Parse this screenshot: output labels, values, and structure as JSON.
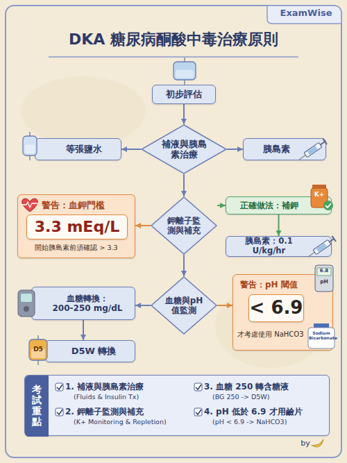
{
  "diagram": {
    "title": "DKA 糖尿病酮酸中毒治療原則",
    "nodes": [
      {
        "text": [
          "初步評估"
        ]
      },
      {
        "text": [
          "等張鹽水"
        ]
      },
      {
        "text": [
          "補液與胰島素治療"
        ]
      },
      {
        "text": [
          "胰島素"
        ]
      },
      {
        "text": [
          "警告：血鉀門檻",
          "開始胰島素前須確認 > 3.3"
        ]
      },
      {
        "text": [
          "3.3 mEq/L"
        ],
        "in": 4
      },
      {
        "text": [
          "鉀離子監測與補充"
        ]
      },
      {
        "text": [
          "正確做法：補鉀"
        ]
      },
      {
        "text": [
          "胰島素：0.1 U/kg/hr"
        ]
      },
      {
        "text": [
          "血糖轉換：",
          "200-250 mg/dL"
        ]
      },
      {
        "text": [
          "血糖與pH值監測"
        ]
      },
      {
        "text": [
          "警告：pH 閾值",
          "才考慮使用 NaHCO3"
        ]
      },
      {
        "text": [
          "< 6.9"
        ],
        "in": 11
      },
      {
        "text": [
          "D5W 轉換"
        ]
      },
      {
        "text": [
          "考試重點",
          "1. 補液與胰島素治療",
          "(Fluids & Insulin Tx)",
          "2. 鉀離子監測與補充",
          "(K+ Monitoring & Repletion)",
          "3. 血糖 250 轉含糖液",
          "(BG 250 -> D5W)",
          "4. pH 低於 6.9 才用鹼片",
          "(pH < 6.9 -> NaHCO3)"
        ]
      }
    ],
    "edges": [
      {
        "from": 0,
        "to": 2,
        "arrow": "to"
      },
      {
        "from": 2,
        "to": 1,
        "arrow": "to"
      },
      {
        "from": 2,
        "to": 3,
        "arrow": "to"
      },
      {
        "from": 2,
        "to": 6,
        "arrow": "to"
      },
      {
        "from": 6,
        "to": 4,
        "arrow": "to"
      },
      {
        "from": 6,
        "to": 7,
        "arrow": "to"
      },
      {
        "from": 7,
        "to": 8,
        "arrow": "to"
      },
      {
        "from": 6,
        "to": 10,
        "arrow": "to"
      },
      {
        "from": 10,
        "to": 9,
        "arrow": "to"
      },
      {
        "from": 10,
        "to": 11,
        "arrow": "to"
      },
      {
        "from": 9,
        "to": 13,
        "arrow": "to"
      }
    ],
    "labels": [
      "ExamWise",
      "K+",
      "D5",
      "6.8",
      "pH",
      "Sodium Bicarbonate",
      "by"
    ]
  }
}
